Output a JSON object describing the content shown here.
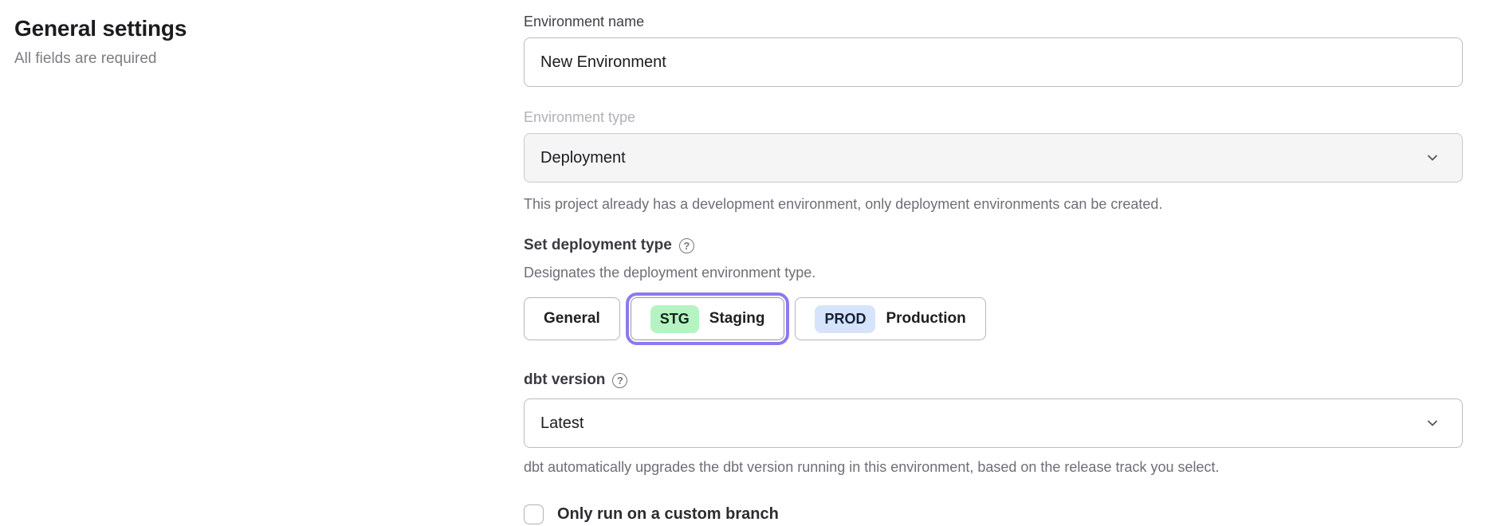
{
  "page": {
    "title": "General settings",
    "subtitle": "All fields are required"
  },
  "form": {
    "environment_name": {
      "label": "Environment name",
      "value": "New Environment"
    },
    "environment_type": {
      "label": "Environment type",
      "value": "Deployment",
      "disabled": true,
      "helper": "This project already has a development environment, only deployment environments can be created."
    },
    "deployment_type": {
      "label": "Set deployment type",
      "helper": "Designates the deployment environment type.",
      "options": [
        {
          "label": "General",
          "badge": "",
          "selected": false
        },
        {
          "label": "Staging",
          "badge": "STG",
          "selected": true
        },
        {
          "label": "Production",
          "badge": "PROD",
          "selected": false
        }
      ]
    },
    "dbt_version": {
      "label": "dbt version",
      "value": "Latest",
      "helper": "dbt automatically upgrades the dbt version running in this environment, based on the release track you select."
    },
    "custom_branch": {
      "label": "Only run on a custom branch",
      "checked": false
    }
  },
  "icons": {
    "help": "?"
  },
  "colors": {
    "accent_purple": "#8b7af1",
    "badge_green": "#b6f3c3",
    "badge_blue": "#d6e4fb",
    "disabled_bg": "#f5f5f6"
  }
}
